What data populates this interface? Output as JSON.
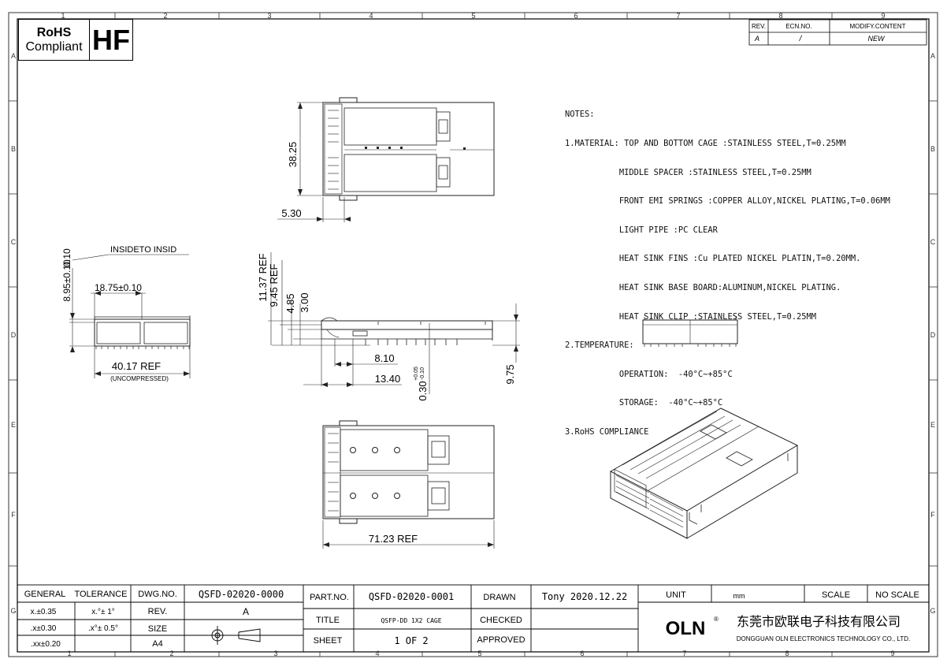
{
  "grid": {
    "cols": [
      "1",
      "2",
      "3",
      "4",
      "5",
      "6",
      "7",
      "8",
      "9"
    ],
    "rows": [
      "A",
      "B",
      "C",
      "D",
      "E",
      "F",
      "G"
    ]
  },
  "badge": {
    "rohs": "RoHS",
    "compliant": "Compliant",
    "hf": "HF"
  },
  "revision_table": {
    "headers": [
      "REV.",
      "ECN.NO.",
      "MODIFY.CONTENT"
    ],
    "row": [
      "A",
      "/",
      "NEW"
    ]
  },
  "notes": [
    "NOTES:",
    "1.MATERIAL: TOP AND BOTTOM CAGE :STAINLESS STEEL,T=0.25MM",
    "           MIDDLE SPACER :STAINLESS STEEL,T=0.25MM",
    "           FRONT EMI SPRINGS :COPPER ALLOY,NICKEL PLATING,T=0.06MM",
    "           LIGHT PIPE :PC CLEAR",
    "           HEAT SINK FINS :Cu PLATED NICKEL PLATIN,T=0.20MM.",
    "           HEAT SINK BASE BOARD:ALUMINUM,NICKEL PLATING.",
    "           HEAT SINK CLIP :STAINLESS STEEL,T=0.25MM",
    "2.TEMPERATURE:",
    "           OPERATION:  -40°C~+85°C",
    "           STORAGE:  -40°C~+85°C",
    "3.RoHS COMPLIANCE"
  ],
  "dims": {
    "top_width": "38.25",
    "top_offset": "5.30",
    "front_label": "INSIDETO INSID",
    "front_h1": "0.10",
    "front_h2": "8.95±0.10",
    "front_pitch": "18.75±0.10",
    "front_width": "40.17 REF",
    "front_uncompressed": "(UNCOMPRESSED)",
    "side_v1": "11.37 REF",
    "side_v2": "9.45 REF",
    "side_v3": "4.85",
    "side_v4": "3.00",
    "side_h1": "8.10",
    "side_h2": "13.40",
    "side_v5": "0.30",
    "side_tol_up": "+0.05",
    "side_tol_dn": "-0.10",
    "side_v6": "9.75",
    "bottom_length": "71.23 REF"
  },
  "title_block": {
    "general": "GENERAL",
    "tolerance": "TOLERANCE",
    "tol_rows": [
      [
        "x.±0.35",
        "x.°± 1°"
      ],
      [
        ".x±0.30",
        ".x°± 0.5°"
      ],
      [
        ".xx±0.20",
        ""
      ]
    ],
    "dwg_label": "DWG.NO.",
    "dwg_value": "QSFD-02020-0000",
    "rev_label": "REV.",
    "rev_value": "A",
    "size_label": "SIZE",
    "size_value": "A4",
    "part_label": "PART.NO.",
    "part_value": "QSFD-02020-0001",
    "title_label": "TITLE",
    "title_value": "QSFP-DD 1X2 CAGE",
    "sheet_label": "SHEET",
    "sheet_value": "1 OF 2",
    "drawn_label": "DRAWN",
    "drawn_value": "Tony 2020.12.22",
    "checked_label": "CHECKED",
    "approved_label": "APPROVED",
    "unit_label": "UNIT",
    "unit_value": "mm",
    "scale_label": "SCALE",
    "scale_value": "NO SCALE",
    "logo": "OLN",
    "company_cn": "东莞市欧联电子科技有限公司",
    "company_en": "DONGGUAN OLN ELECTRONICS TECHNOLOGY CO., LTD."
  }
}
